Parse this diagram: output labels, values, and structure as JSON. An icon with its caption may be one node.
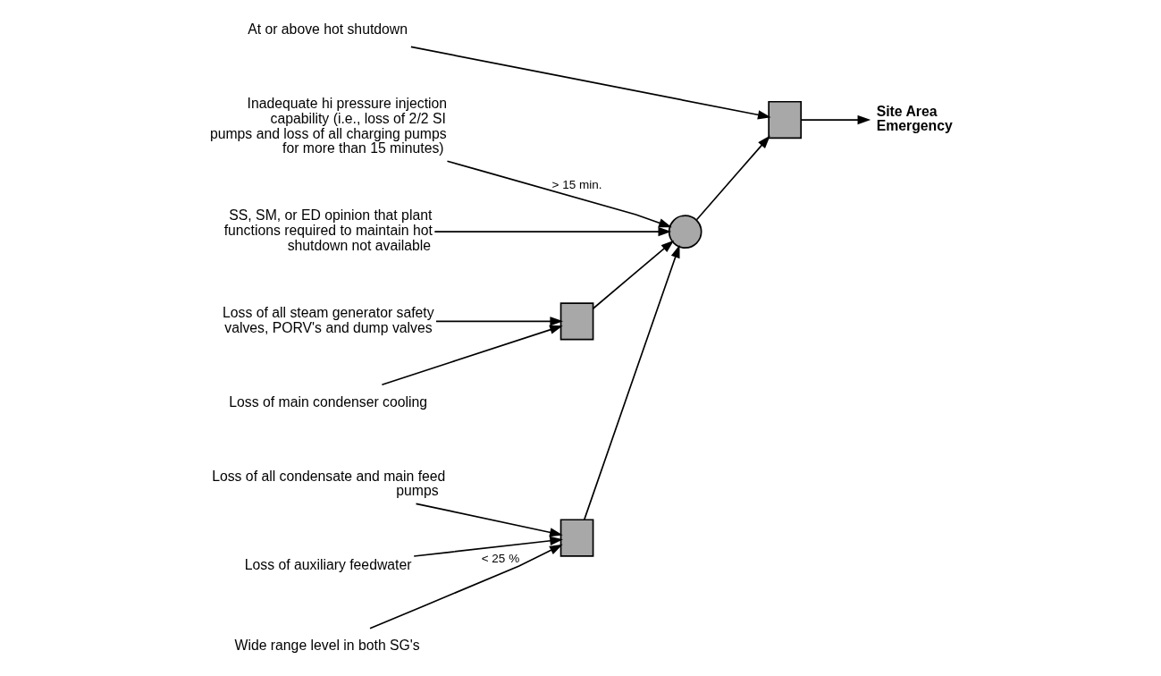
{
  "diagram": {
    "nodes": [
      {
        "text": [
          "At or above hot shutdown"
        ]
      },
      {
        "text": [
          "Inadequate hi pressure injection capability (i.e., loss of 2/2 SI pumps and loss of all charging pumps for more than 15 minutes)"
        ]
      },
      {
        "text": [
          "SS, SM, or ED opinion that plant functions required to maintain hot shutdown not available"
        ]
      },
      {
        "text": [
          "Loss of all steam generator safety valves, PORV's and dump valves"
        ]
      },
      {
        "text": [
          "Loss of main condenser cooling"
        ]
      },
      {
        "text": [
          "Loss of all condensate and main feed pumps"
        ]
      },
      {
        "text": [
          "Loss of auxiliary feedwater"
        ]
      },
      {
        "text": [
          "Wide range level in both SG's"
        ]
      },
      {
        "text": [],
        "shape": "box"
      },
      {
        "text": [],
        "shape": "circle"
      },
      {
        "text": [],
        "shape": "box"
      },
      {
        "text": [],
        "shape": "box"
      },
      {
        "text": [
          "Site Area Emergency"
        ]
      }
    ],
    "edges": [
      {
        "from": 0,
        "to": 8,
        "arrow": "to"
      },
      {
        "from": 9,
        "to": 8,
        "arrow": "to"
      },
      {
        "from": 1,
        "to": 9,
        "arrow": "to",
        "label": "> 15 min."
      },
      {
        "from": 2,
        "to": 9,
        "arrow": "to"
      },
      {
        "from": 10,
        "to": 9,
        "arrow": "to"
      },
      {
        "from": 11,
        "to": 9,
        "arrow": "to"
      },
      {
        "from": 3,
        "to": 10,
        "arrow": "to"
      },
      {
        "from": 4,
        "to": 10,
        "arrow": "to"
      },
      {
        "from": 5,
        "to": 11,
        "arrow": "to"
      },
      {
        "from": 6,
        "to": 11,
        "arrow": "to"
      },
      {
        "from": 7,
        "to": 11,
        "arrow": "to",
        "label": "< 25 %"
      },
      {
        "from": 8,
        "to": 12,
        "arrow": "to"
      }
    ]
  }
}
